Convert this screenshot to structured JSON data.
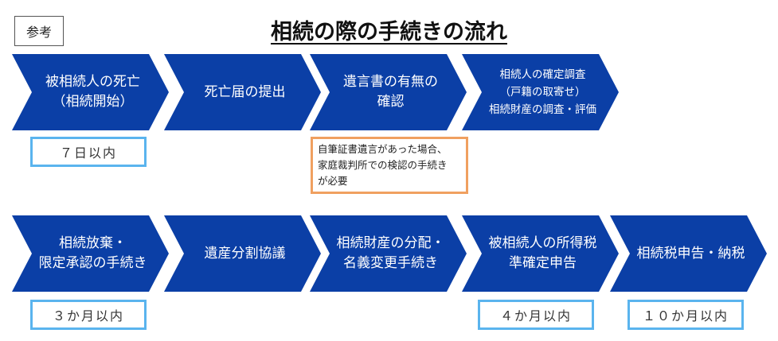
{
  "header": {
    "tag": "参考",
    "title": "相続の際の手続きの流れ"
  },
  "row1": {
    "steps": [
      {
        "lines": [
          "被相続人の死亡",
          "（相続開始）"
        ]
      },
      {
        "lines": [
          "死亡届の提出"
        ]
      },
      {
        "lines": [
          "遺言書の有無の",
          "確認"
        ]
      },
      {
        "lines": [
          "相続人の確定調査",
          "（戸籍の取寄せ）",
          "相続財産の調査・評価"
        ]
      }
    ]
  },
  "row1_notes": {
    "deadline_7days": "７日以内",
    "will_note_lines": [
      "自筆証書遺言があった場合、",
      "家庭裁判所での検認の手続き",
      "が必要"
    ]
  },
  "row2": {
    "steps": [
      {
        "lines": [
          "相続放棄・",
          "限定承認の手続き"
        ]
      },
      {
        "lines": [
          "遺産分割協議"
        ]
      },
      {
        "lines": [
          "相続財産の分配・",
          "名義変更手続き"
        ]
      },
      {
        "lines": [
          "被相続人の所得税",
          "準確定申告"
        ]
      },
      {
        "lines": [
          "相続税申告・納税"
        ]
      }
    ]
  },
  "row2_notes": {
    "deadline_3months": "３か月以内",
    "deadline_4months": "４か月以内",
    "deadline_10months": "１０か月以内"
  },
  "colors": {
    "chevron": "#0b3fa6",
    "deadline_border": "#5ab4ee",
    "note_border": "#f0a060"
  }
}
